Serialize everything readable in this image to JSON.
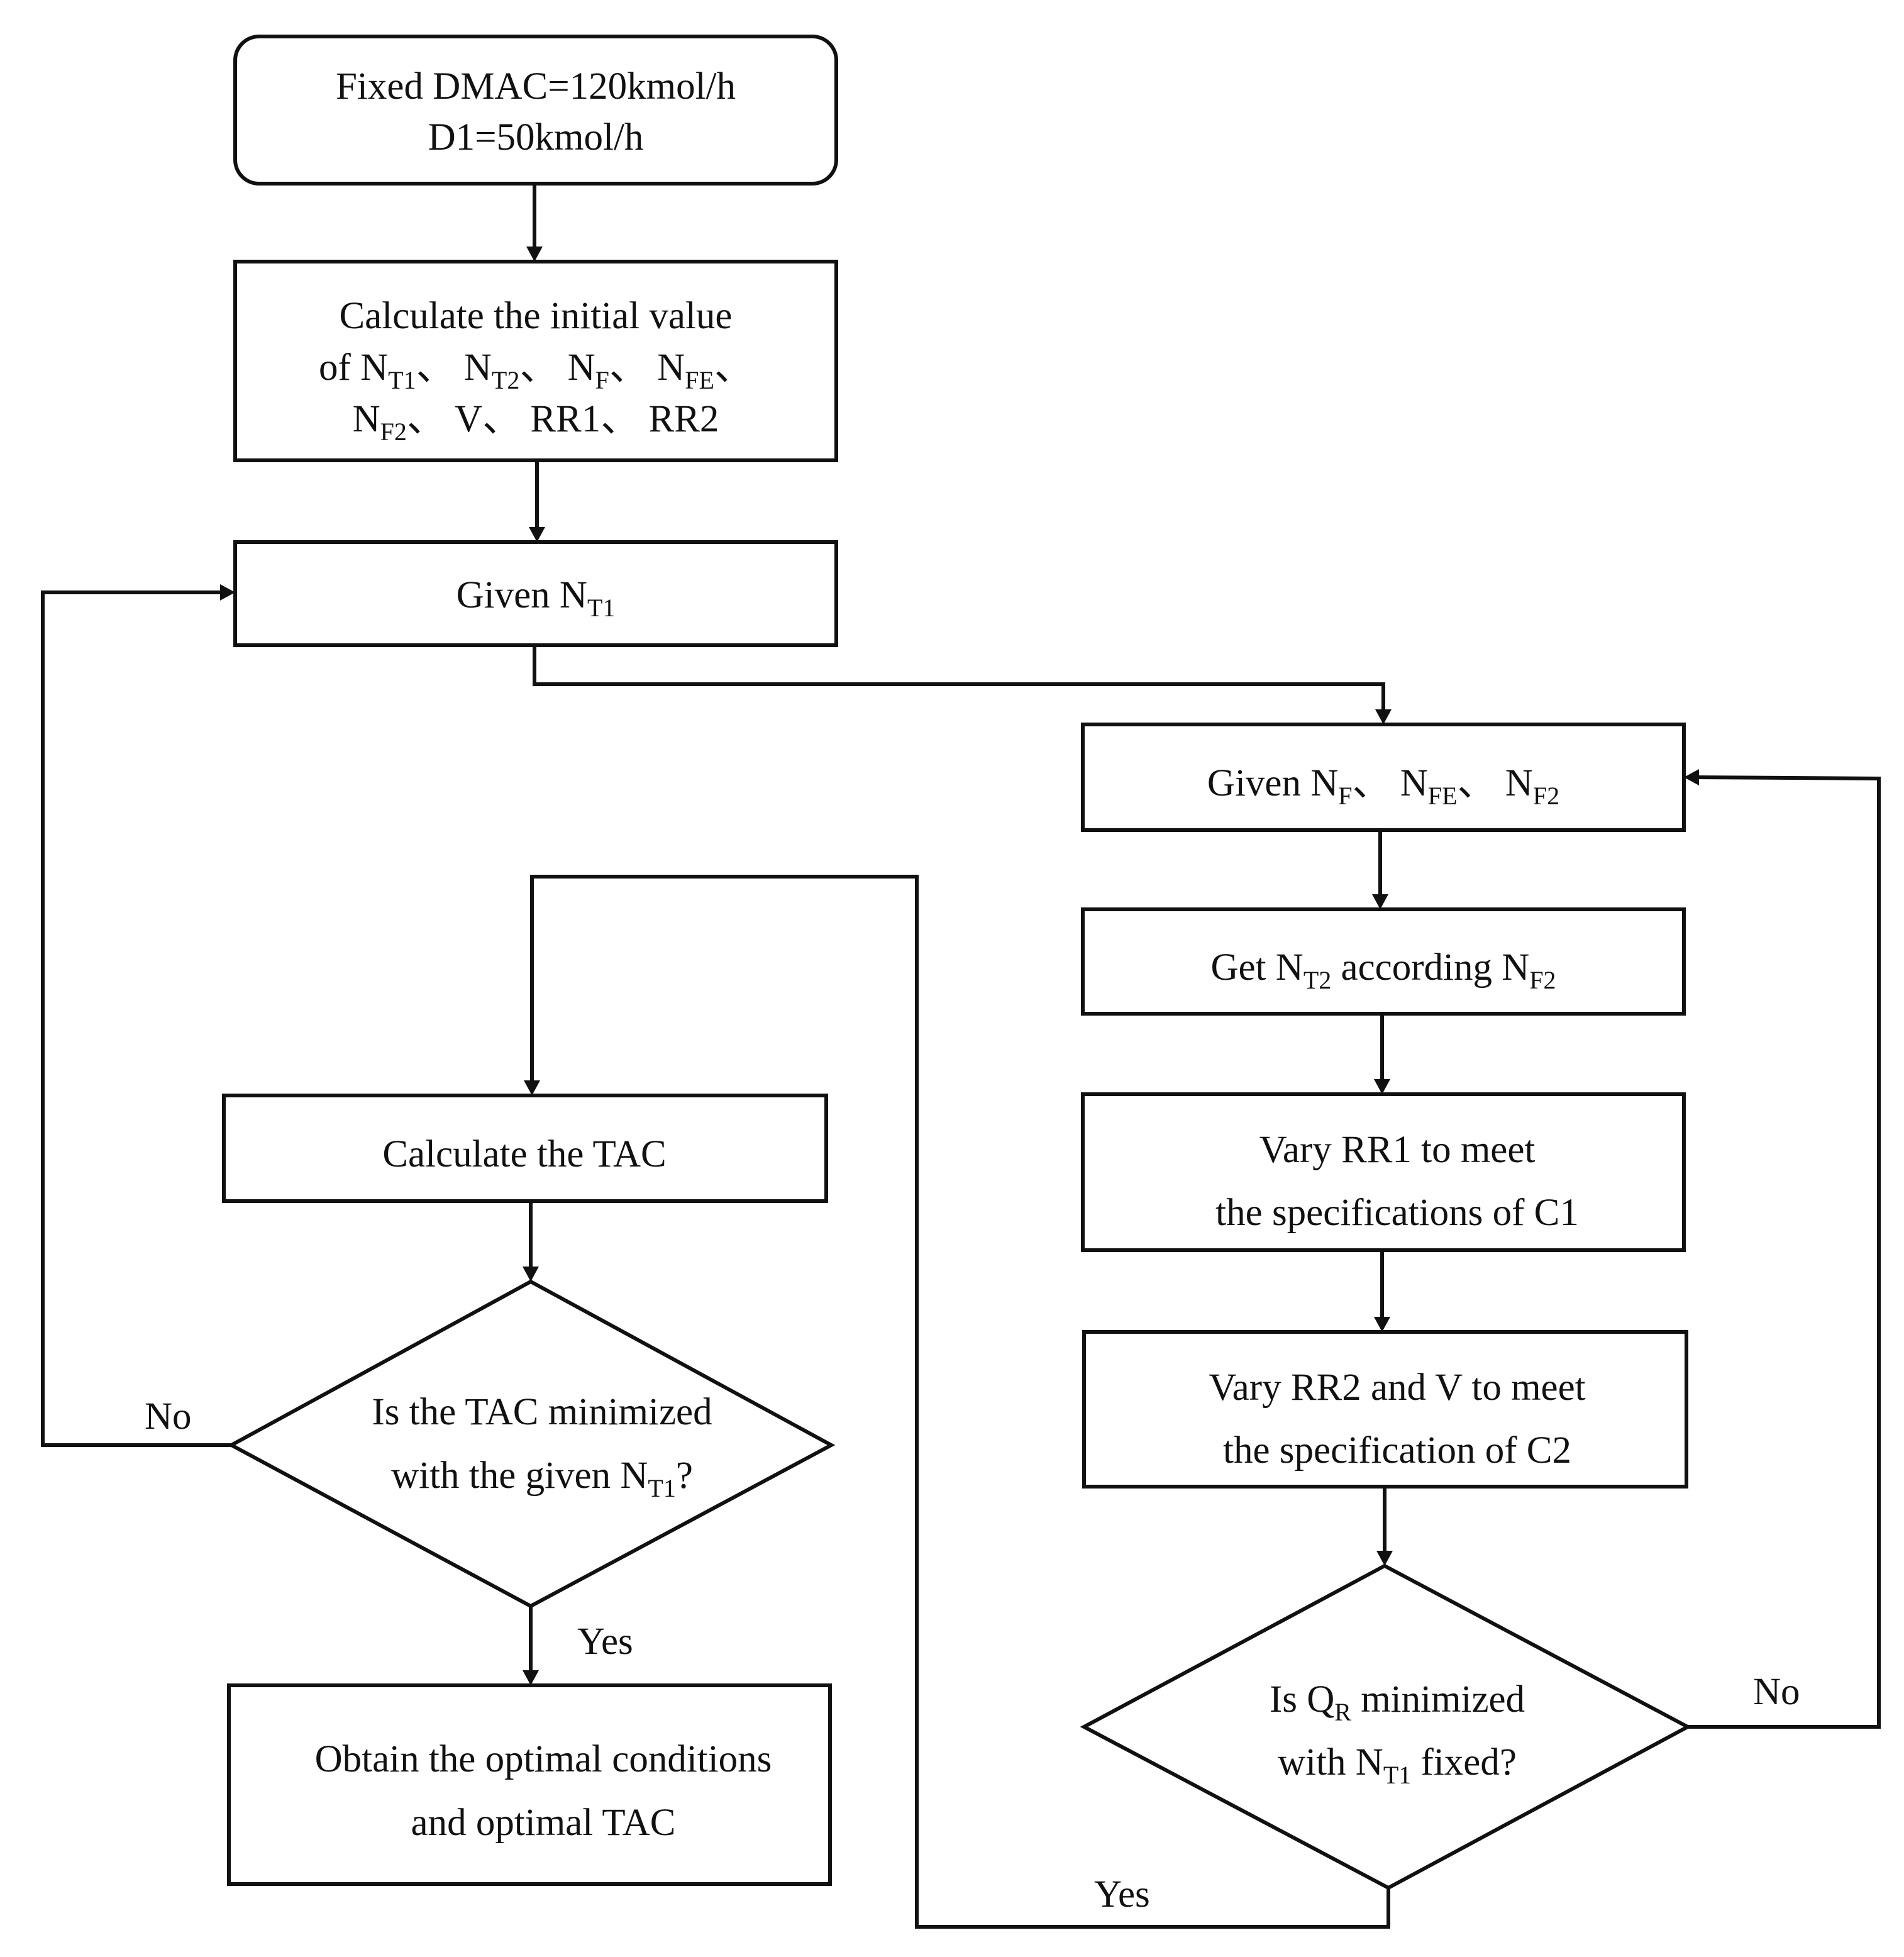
{
  "diagram": {
    "start": {
      "line1": "Fixed DMAC=120kmol/h",
      "line2": "D1=50kmol/h"
    },
    "calc_initial": {
      "line1": "Calculate the initial value",
      "line2": [
        {
          "t": "of  N"
        },
        {
          "t": "T1",
          "sub": true
        },
        {
          "t": "、 N"
        },
        {
          "t": "T2",
          "sub": true
        },
        {
          "t": "、 N"
        },
        {
          "t": "F",
          "sub": true
        },
        {
          "t": "、 N"
        },
        {
          "t": "FE",
          "sub": true
        },
        {
          "t": "、"
        }
      ],
      "line3": [
        {
          "t": "N"
        },
        {
          "t": "F2",
          "sub": true
        },
        {
          "t": "、 V、 RR1、 RR2"
        }
      ]
    },
    "given_nt1": [
      {
        "t": "Given N"
      },
      {
        "t": "T1",
        "sub": true
      }
    ],
    "given_nf": [
      {
        "t": "Given N"
      },
      {
        "t": "F",
        "sub": true
      },
      {
        "t": "、 N"
      },
      {
        "t": "FE",
        "sub": true
      },
      {
        "t": "、 N"
      },
      {
        "t": "F2",
        "sub": true
      }
    ],
    "get_nt2": [
      {
        "t": "Get N"
      },
      {
        "t": "T2",
        "sub": true
      },
      {
        "t": " according N"
      },
      {
        "t": "F2",
        "sub": true
      }
    ],
    "vary_rr1": {
      "line1": "Vary RR1 to meet",
      "line2": "the specifications of C1"
    },
    "vary_rr2": {
      "line1": "Vary RR2 and V to meet",
      "line2": "the specification of C2"
    },
    "decision_qr": {
      "line1": [
        {
          "t": "Is Q"
        },
        {
          "t": "R",
          "sub": true
        },
        {
          "t": " minimized"
        }
      ],
      "line2": [
        {
          "t": "with N"
        },
        {
          "t": "T1",
          "sub": true
        },
        {
          "t": " fixed?"
        }
      ]
    },
    "calc_tac": "Calculate the TAC",
    "decision_tac": {
      "line1": [
        {
          "t": "Is the TAC minimized"
        }
      ],
      "line2": [
        {
          "t": "with the given N"
        },
        {
          "t": "T1",
          "sub": true
        },
        {
          "t": "?"
        }
      ]
    },
    "final": {
      "line1": "Obtain the optimal conditions",
      "line2": "and optimal TAC"
    },
    "labels": {
      "no": "No",
      "yes": "Yes"
    }
  }
}
